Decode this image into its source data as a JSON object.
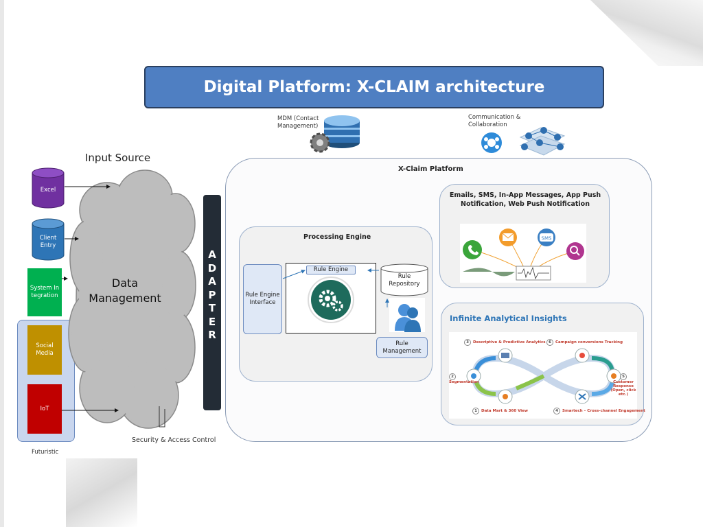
{
  "title": "Digital Platform: X-CLAIM architecture",
  "top_icons": {
    "mdm_label": "MDM (Contact Management)",
    "comm_label": "Communication & Collaboration"
  },
  "input_source": {
    "heading": "Input Source",
    "cloud_label": "Data Management",
    "sources": [
      "Excel",
      "Client Entry",
      "System Integration",
      "Social Media",
      "IoT"
    ],
    "futuristic_label": "Futuristic",
    "security_label": "Security & Access Control"
  },
  "adapter": {
    "label": "ADAPTER"
  },
  "platform": {
    "title": "X-Claim Platform",
    "processing_engine": {
      "title": "Processing Engine",
      "rule_engine_interface": "Rule Engine Interface",
      "rule_engine": "Rule Engine",
      "rule_repository": "Rule Repository",
      "rule_management": "Rule Management"
    },
    "messaging": {
      "title": "Emails, SMS, In-App Messages, App Push Notification, Web Push Notification",
      "sms_badge": "SMS"
    },
    "analytics": {
      "title": "Infinite Analytical Insights",
      "steps": [
        {
          "num": "1",
          "label": "Data Mart & 360 View"
        },
        {
          "num": "2",
          "label": "Segmentation"
        },
        {
          "num": "3",
          "label": "Descriptive & Predictive Analytics"
        },
        {
          "num": "4",
          "label": "Smartech – Cross-channel Engagement"
        },
        {
          "num": "5",
          "label": "Customer Response (Open, click etc.)"
        },
        {
          "num": "6",
          "label": "Campaign conversions Tracking"
        }
      ]
    }
  },
  "colors": {
    "title_bar": "#4f7fc2",
    "excel": "#7030a0",
    "client_entry": "#2e75b6",
    "system_integration": "#00b050",
    "social_media": "#bf9000",
    "iot": "#c00000",
    "adapter": "#232c36",
    "rule_engine_circle": "#1e6b5c"
  }
}
